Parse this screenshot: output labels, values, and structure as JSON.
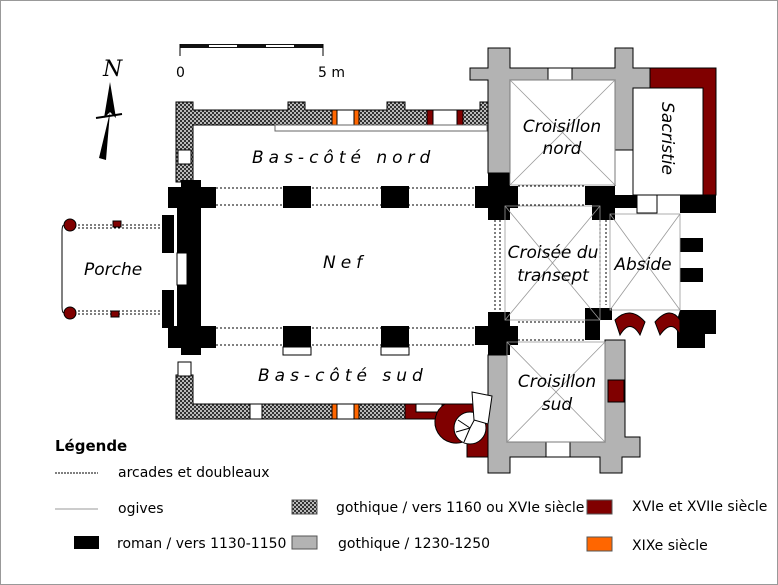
{
  "north_symbol": "N",
  "scale": {
    "start": "0",
    "end": "5 m"
  },
  "rooms": {
    "bas_cote_nord": "Bas-côté nord",
    "nef": "Nef",
    "bas_cote_sud": "Bas-côté sud",
    "porche": "Porche",
    "croisillon_nord": [
      "Croisillon",
      "nord"
    ],
    "sacristie": "Sacristie",
    "croisee": [
      "Croisée du",
      "transept"
    ],
    "abside": "Abside",
    "croisillon_sud": [
      "Croisillon",
      "sud"
    ]
  },
  "legend": {
    "title": "Légende",
    "items": [
      {
        "label": "arcades et doubleaux",
        "kind": "dotted-line"
      },
      {
        "label": "ogives",
        "kind": "thin-line"
      },
      {
        "label": "roman / vers 1130-1150",
        "color": "#000000"
      },
      {
        "label": "gothique / vers 1160 ou XVIe siècle",
        "kind": "hatched"
      },
      {
        "label": "gothique / 1230-1250",
        "color": "#b3b3b3"
      },
      {
        "label": "XVIe et XVIIe siècle",
        "color": "#800000"
      },
      {
        "label": "XIXe siècle",
        "color": "#ff6600"
      }
    ]
  }
}
